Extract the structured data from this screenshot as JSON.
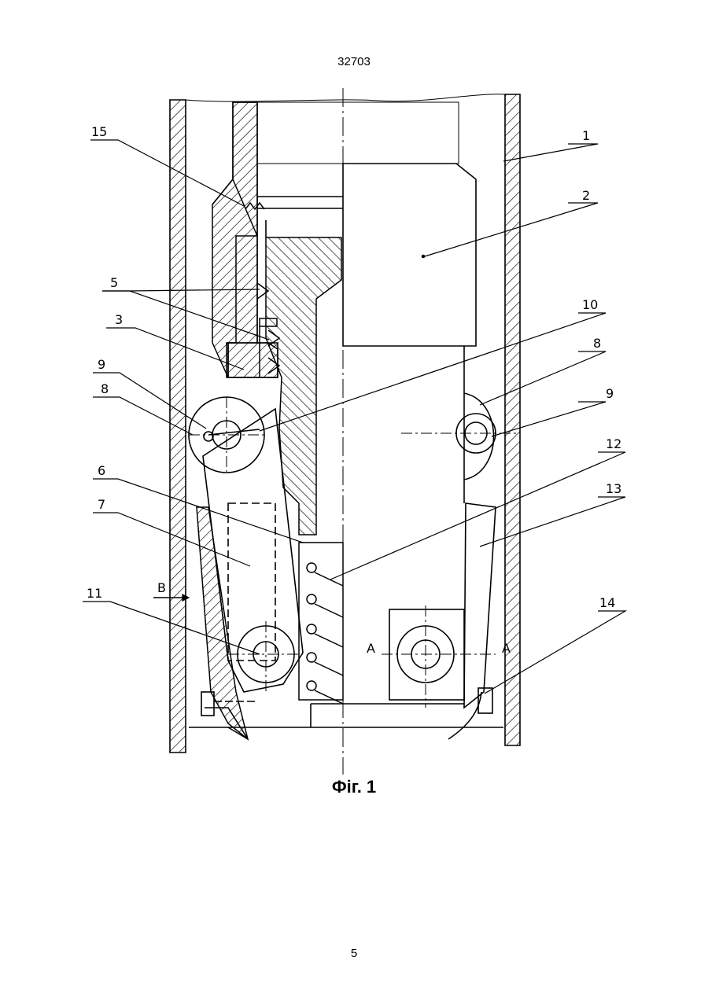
{
  "header": {
    "doc_number": "32703"
  },
  "figure": {
    "caption": "Фіг. 1",
    "callouts": {
      "c1": "1",
      "c2": "2",
      "c3": "3",
      "c5": "5",
      "c6": "6",
      "c7": "7",
      "c8_left": "8",
      "c8_right": "8",
      "c9_left": "9",
      "c9_right": "9",
      "c10": "10",
      "c11": "11",
      "c12": "12",
      "c13": "13",
      "c14": "14",
      "c15": "15"
    },
    "section_marks": {
      "a_left": "A",
      "a_right": "A",
      "b_view": "B"
    }
  },
  "footer": {
    "page_number": "5"
  }
}
